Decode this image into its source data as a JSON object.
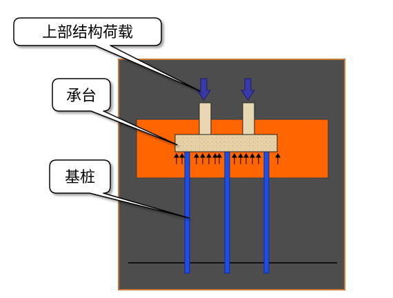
{
  "labels": {
    "superstructure_load": "上部结构荷载",
    "pile_cap": "承台",
    "pile": "基桩"
  },
  "colors": {
    "background_panel": "#4d4d4d",
    "panel_border": "#c8773a",
    "soil_zone": "#ff6600",
    "cap": "#e6d0a6",
    "column": "#e9d6b3",
    "load_arrow": "#3a3aa6",
    "pile": "#1f4fe0",
    "ground_line": "#000000",
    "callout_fill": "#ffffff",
    "callout_stroke": "#000000"
  },
  "icons": {
    "load_arrow": "down-arrow-icon",
    "soil_reaction_arrow": "up-arrow-icon"
  }
}
